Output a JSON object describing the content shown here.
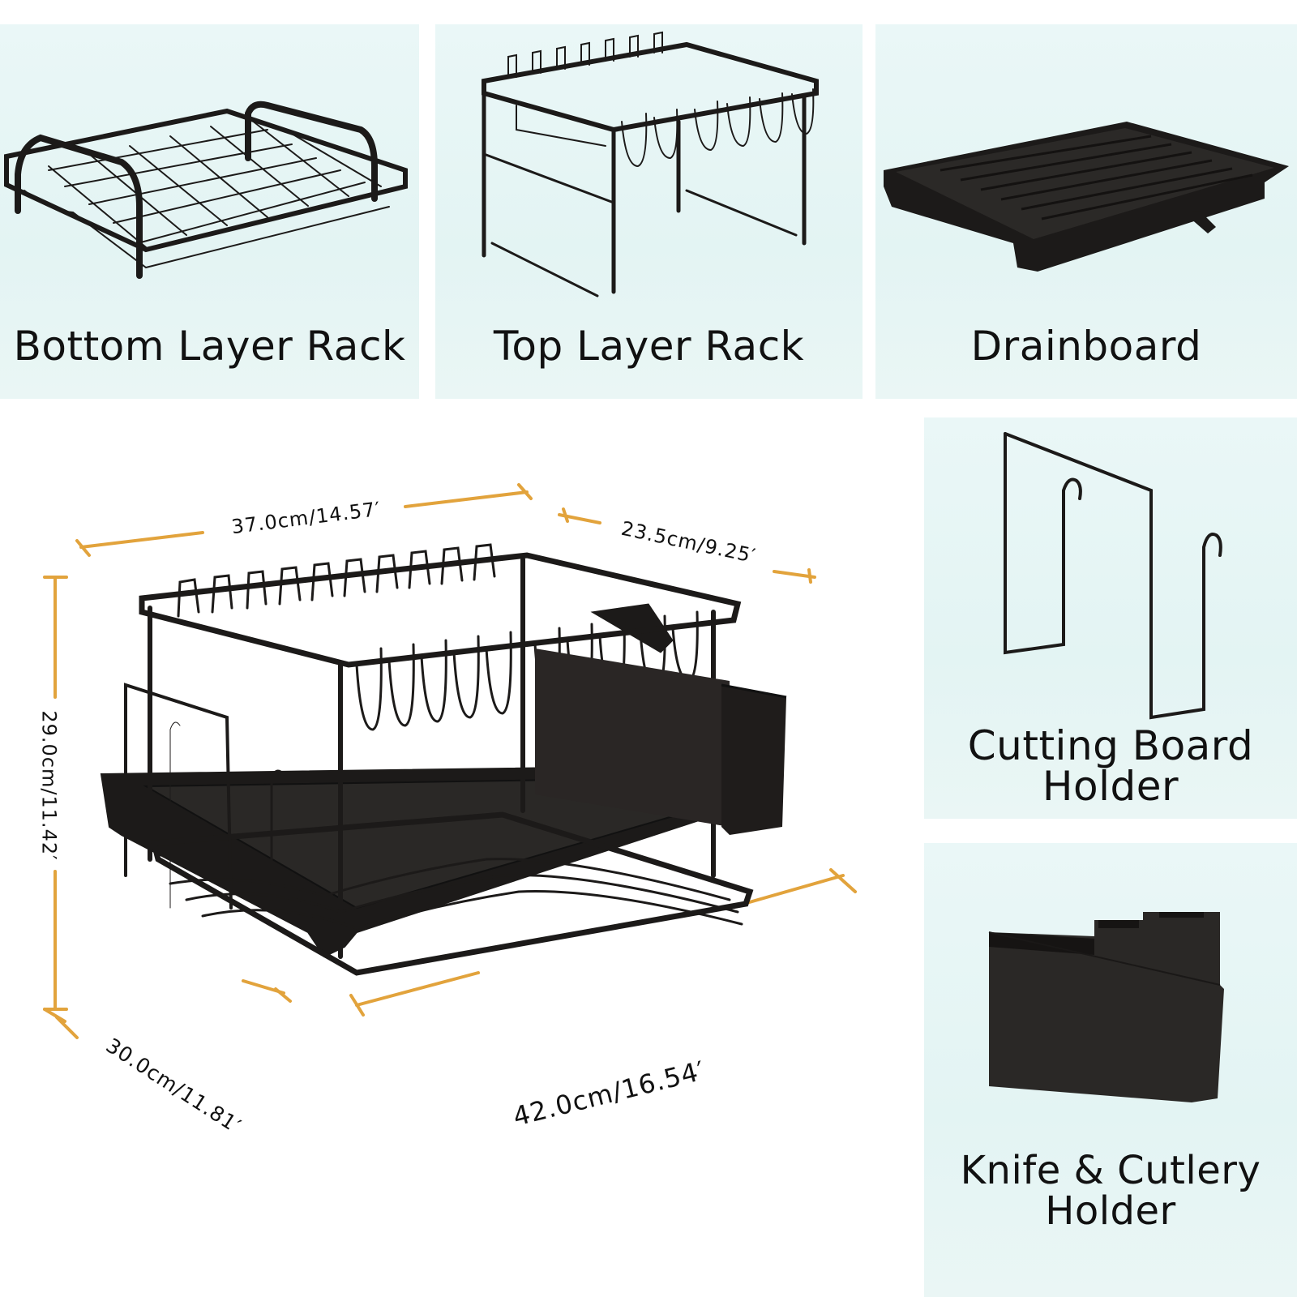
{
  "components": [
    {
      "id": "bottom-layer-rack",
      "label": "Bottom Layer Rack"
    },
    {
      "id": "top-layer-rack",
      "label": "Top Layer Rack"
    },
    {
      "id": "drainboard",
      "label": "Drainboard"
    },
    {
      "id": "cutting-board-holder",
      "label_line1": "Cutting Board",
      "label_line2": "Holder"
    },
    {
      "id": "knife-cutlery-holder",
      "label_line1": "Knife & Cutlery",
      "label_line2": "Holder"
    }
  ],
  "dimensions": {
    "top_width": "37.0cm/14.57′",
    "top_depth": "23.5cm/9.25′",
    "height": "29.0cm/11.42′",
    "base_depth": "30.0cm/11.81′",
    "base_width": "42.0cm/16.54′"
  },
  "colors": {
    "panel_bg": "#e6f5f4",
    "product": "#1c1a19",
    "dimension_line": "#e2a33c",
    "label_text": "#111111"
  }
}
